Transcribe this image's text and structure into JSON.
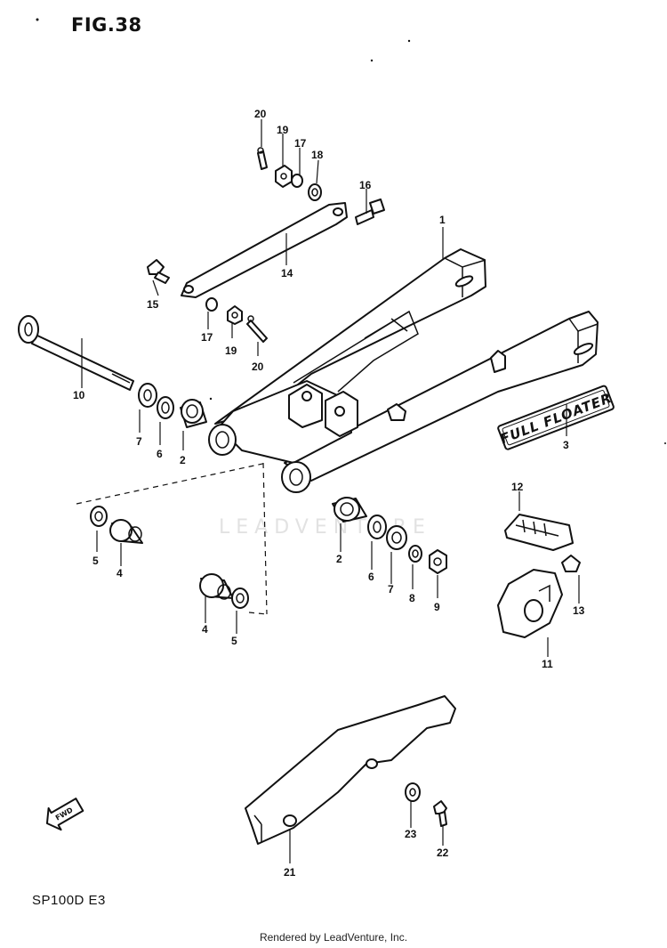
{
  "figure": {
    "title": "FIG.38",
    "model": "SP100D  E3"
  },
  "watermark": "LEADVENTURE",
  "footer": "Rendered by LeadVenture, Inc.",
  "decal_text": "FULL FLOATER",
  "fwd_text": "FWD",
  "callouts": {
    "c1": "1",
    "c2a": "2",
    "c2b": "2",
    "c3": "3",
    "c4a": "4",
    "c4b": "4",
    "c5a": "5",
    "c5b": "5",
    "c6a": "6",
    "c6b": "6",
    "c7a": "7",
    "c7b": "7",
    "c8": "8",
    "c9": "9",
    "c10": "10",
    "c11": "11",
    "c12": "12",
    "c13": "13",
    "c14": "14",
    "c15": "15",
    "c16": "16",
    "c17a": "17",
    "c17b": "17",
    "c18": "18",
    "c19a": "19",
    "c19b": "19",
    "c20a": "20",
    "c20b": "20",
    "c21": "21",
    "c22": "22",
    "c23": "23"
  }
}
